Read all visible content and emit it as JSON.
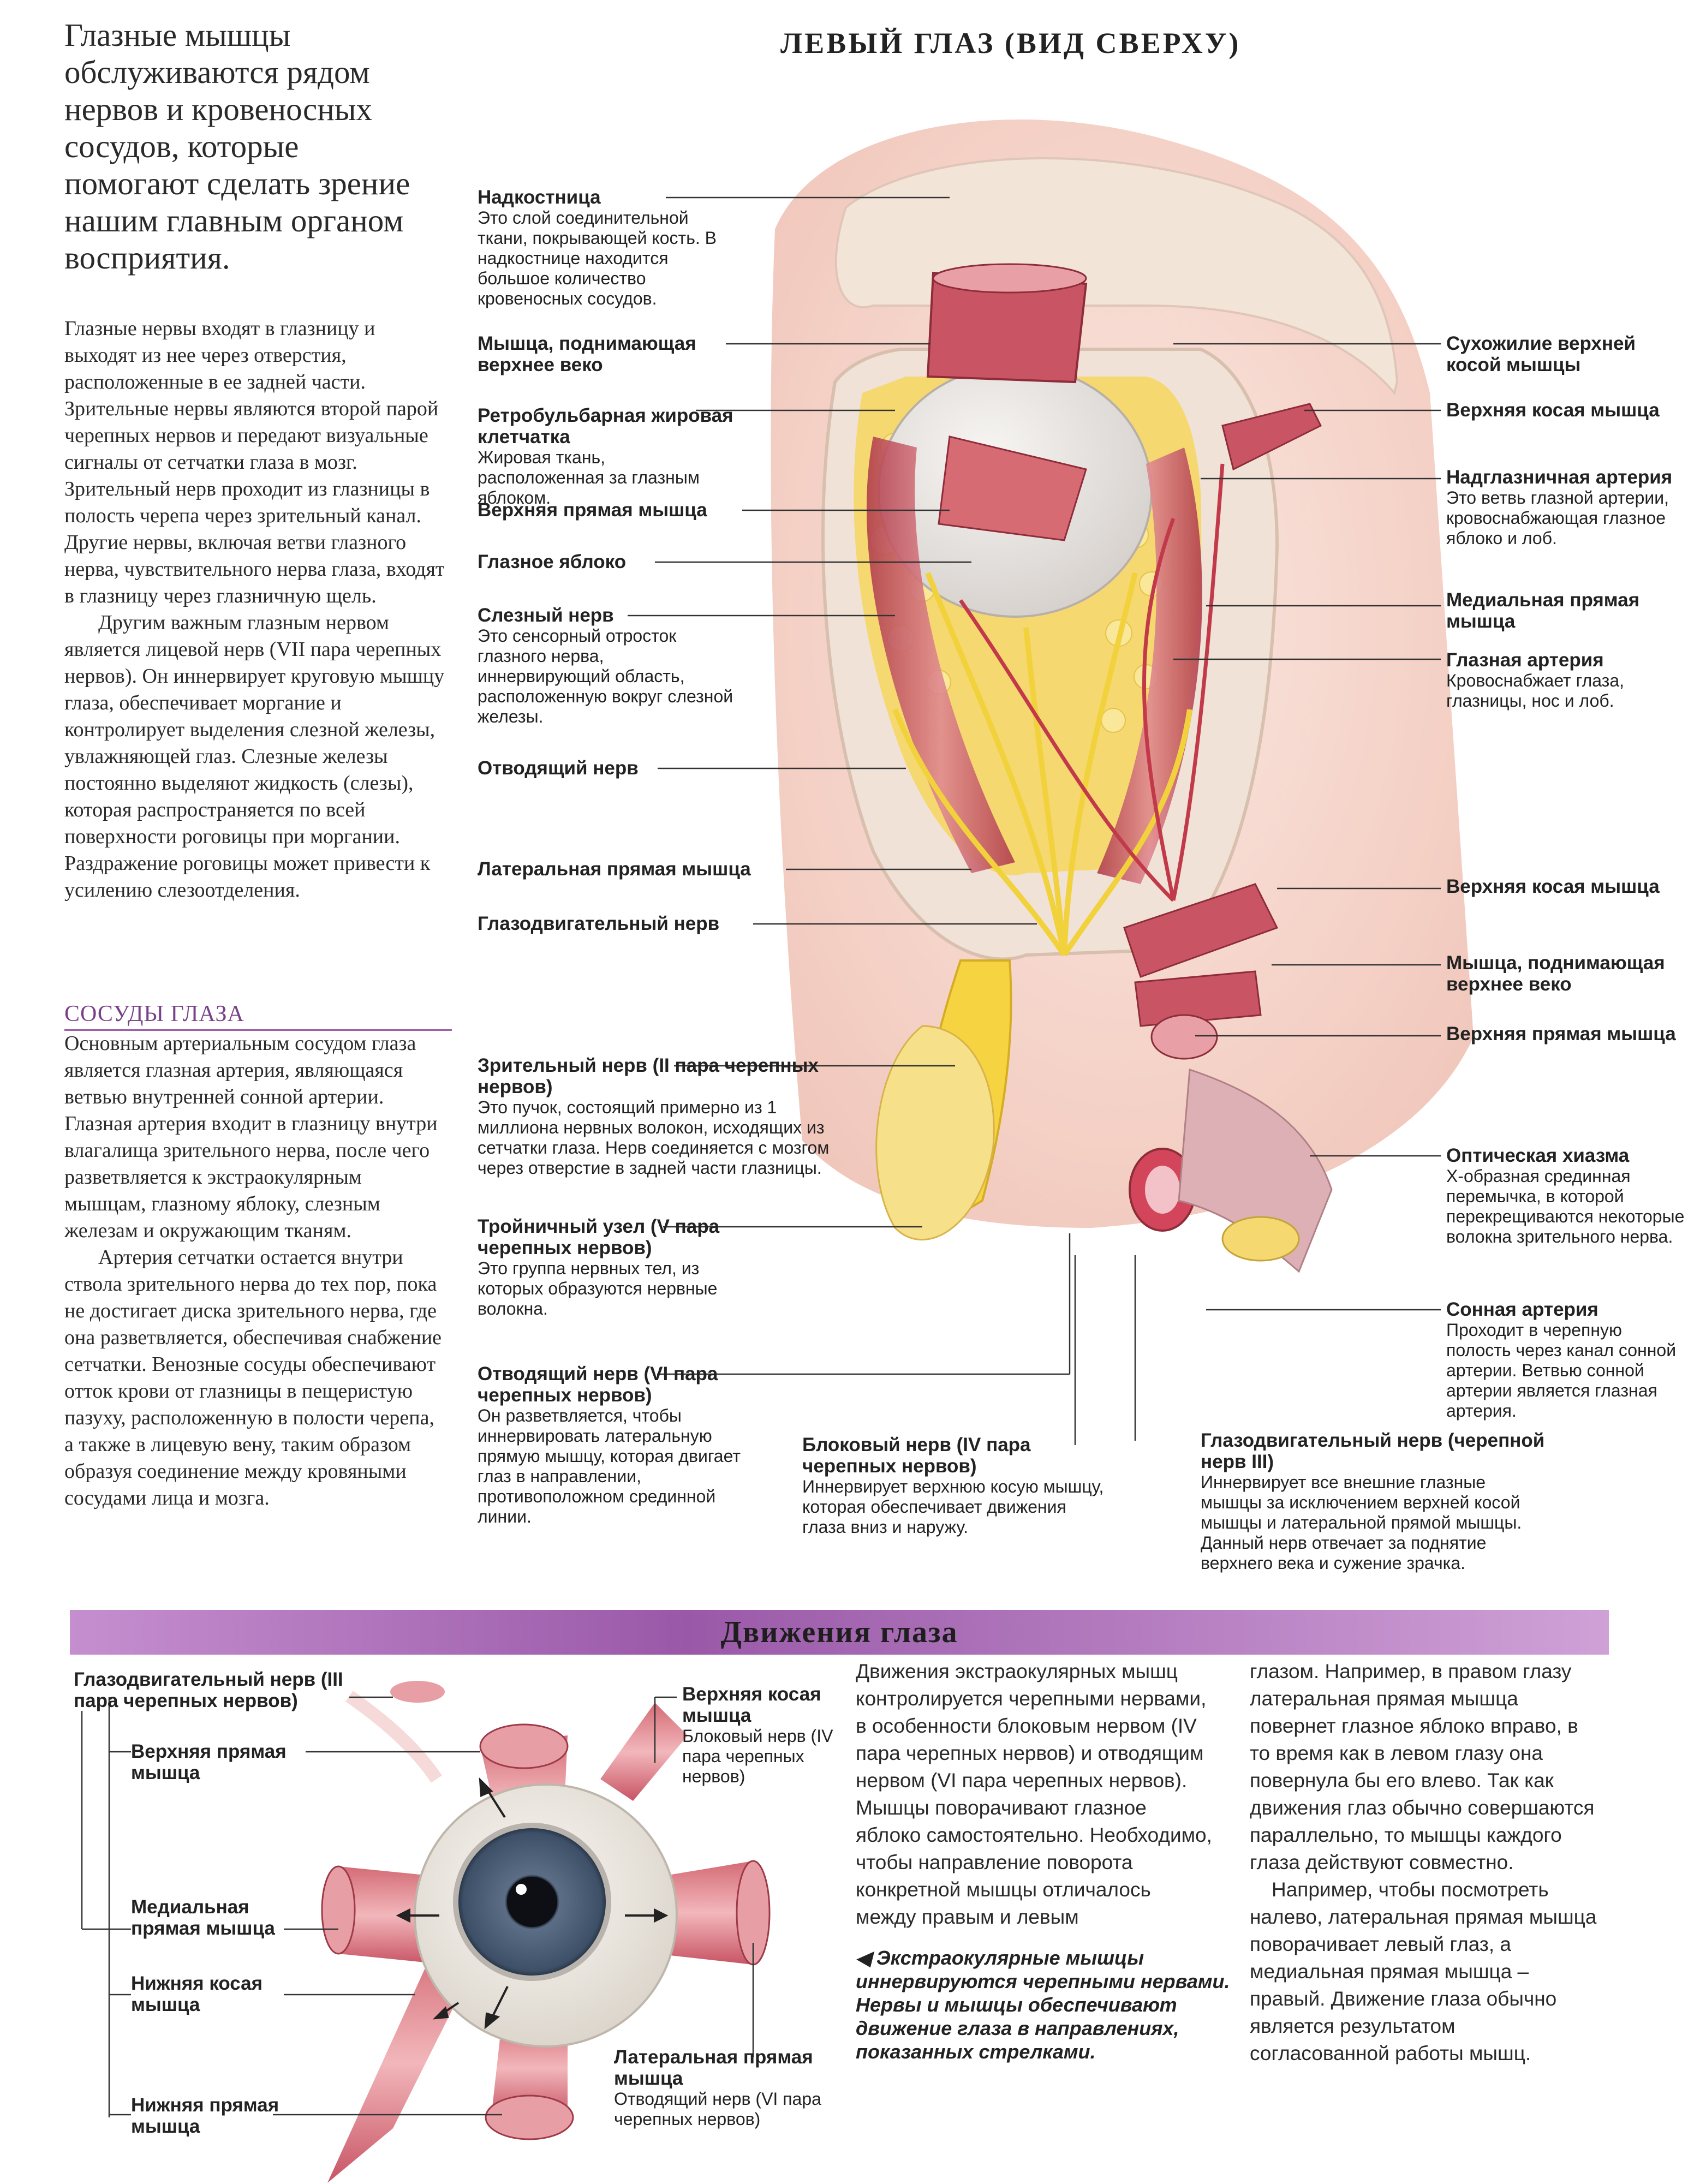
{
  "intro": "Глазные мышцы обслуживаются рядом нервов и кровеносных сосудов, которые помогают сделать зрение нашим главным органом восприятия.",
  "body_paragraphs": [
    "Глазные нервы входят в глазницу и выходят из нее через отверстия, расположенные в ее задней части. Зрительные нервы являются второй парой черепных нервов и передают визуальные сигналы от сетчатки глаза в мозг. Зрительный нерв проходит из глазницы в полость черепа через зрительный канал. Другие нервы, включая ветви глазного нерва, чувствительного нерва глаза, входят в глазницу через глазничную щель.",
    "Другим важным глазным нервом является лицевой нерв (VII пара черепных нервов). Он иннервирует круговую мышцу глаза, обеспечивает моргание и контролирует выделения слезной железы, увлажняющей глаз. Слезные железы постоянно выделяют жидкость (слезы), которая распространяется по всей поверхности роговицы при моргании. Раздражение роговицы может привести к усилению слезоотделения."
  ],
  "vessels_heading": "СОСУДЫ ГЛАЗА",
  "vessels_paragraphs": [
    "Основным артериальным сосудом глаза является глазная артерия, являющаяся ветвью внутренней сонной артерии. Глазная артерия входит в глазницу внутри влагалища зрительного нерва, после чего разветвляется к экстраокулярным мышцам, глазному яблоку, слезным железам и окружающим тканям.",
    "Артерия сетчатки остается внутри ствола зрительного нерва до тех пор, пока не достигает диска зрительного нерва, где она разветвляется, обеспечивая снабжение сетчатки. Венозные сосуды обеспечивают отток крови от глазницы в пещеристую пазуху, расположенную в полости черепа, а также в лицевую вену, таким образом образуя соединение между кровяными сосудами лица и мозга."
  ],
  "figure_title": "ЛЕВЫЙ ГЛАЗ (ВИД СВЕРХУ)",
  "left_labels": [
    {
      "title": "Надкостница",
      "desc": "Это слой соединительной ткани, покрывающей кость. В надкостнице находится большое количество кровеносных сосудов."
    },
    {
      "title": "Мышца, поднимающая верхнее веко",
      "desc": ""
    },
    {
      "title": "Ретробульбарная жировая клетчатка",
      "desc": "Жировая ткань, расположенная за глазным яблоком."
    },
    {
      "title": "Верхняя прямая мышца",
      "desc": ""
    },
    {
      "title": "Глазное яблоко",
      "desc": ""
    },
    {
      "title": "Слезный нерв",
      "desc": "Это сенсорный отросток глазного нерва, иннервирующий область, расположенную вокруг слезной железы."
    },
    {
      "title": "Отводящий нерв",
      "desc": ""
    },
    {
      "title": "Латеральная прямая мышца",
      "desc": ""
    },
    {
      "title": "Глазодвигательный нерв",
      "desc": ""
    },
    {
      "title": "Зрительный нерв (II пара черепных нервов)",
      "desc": "Это пучок, состоящий примерно из 1 миллиона нервных волокон, исходящих из сетчатки глаза. Нерв соединяется с мозгом через отверстие в задней части глазницы."
    },
    {
      "title": "Тройничный узел (V пара черепных нервов)",
      "desc": "Это группа нервных тел, из которых образуются нервные волокна."
    },
    {
      "title": "Отводящий нерв (VI пара черепных нервов)",
      "desc": "Он разветвляется, чтобы иннервировать латеральную прямую мышцу, которая двигает глаз в направлении, противоположном срединной линии."
    }
  ],
  "bottom_labels": [
    {
      "title": "Блоковый нерв (IV пара черепных нервов)",
      "desc": "Иннервирует верхнюю косую мышцу, которая обеспечивает движения глаза вниз и наружу."
    },
    {
      "title": "Глазодвигательный нерв (черепной нерв III)",
      "desc": "Иннервирует все внешние глазные мышцы за исключением верхней косой мышцы и латеральной прямой мышцы. Данный нерв отвечает за поднятие верхнего века и сужение зрачка."
    }
  ],
  "right_labels": [
    {
      "title": "Сухожилие верхней косой мышцы",
      "desc": ""
    },
    {
      "title": "Верхняя косая мышца",
      "desc": ""
    },
    {
      "title": "Надглазничная артерия",
      "desc": "Это ветвь глазной артерии, кровоснабжающая глазное яблоко и лоб."
    },
    {
      "title": "Медиальная прямая мышца",
      "desc": ""
    },
    {
      "title": "Глазная артерия",
      "desc": "Кровоснабжает глаза, глазницы, нос и лоб."
    },
    {
      "title": "Верхняя косая мышца",
      "desc": ""
    },
    {
      "title": "Мышца, поднимающая верхнее веко",
      "desc": ""
    },
    {
      "title": "Верхняя прямая мышца",
      "desc": ""
    },
    {
      "title": "Оптическая хиазма",
      "desc": "Х-образная срединная перемычка, в которой перекрещиваются некоторые волокна зрительного нерва."
    },
    {
      "title": "Сонная артерия",
      "desc": "Проходит в черепную полость через канал сонной артерии. Ветвью сонной артерии является глазная артерия."
    }
  ],
  "movement_title": "Движения глаза",
  "movement_labels": [
    {
      "title": "Глазодвигательный нерв (III пара черепных нервов)",
      "desc": ""
    },
    {
      "title": "Верхняя прямая мышца",
      "desc": ""
    },
    {
      "title": "Медиальная прямая мышца",
      "desc": ""
    },
    {
      "title": "Нижняя косая мышца",
      "desc": ""
    },
    {
      "title": "Нижняя прямая мышца",
      "desc": ""
    },
    {
      "title": "Верхняя косая мышца",
      "desc": "Блоковый нерв (IV пара черепных нервов)"
    },
    {
      "title": "Латеральная прямая мышца",
      "desc": "Отводящий нерв (VI пара черепных нервов)"
    }
  ],
  "movement_text_col1": "Движения экстраокулярных мышц контролируется черепными нервами, в особенности блоковым нервом (IV пара черепных нервов) и отводящим нервом (VI пара черепных нервов). Мышцы поворачивают глазное яблоко самостоятельно. Необходимо, чтобы направление поворота конкретной мышцы отличалось между правым и левым",
  "movement_caption": "◀ Экстраокулярные мышцы иннервируются черепными нервами. Нервы и мышцы обеспечивают движение глаза в направлениях, показанных стрелками.",
  "movement_text_col2": [
    "глазом. Например, в правом глазу латеральная прямая мышца повернет глазное яблоко вправо, в то время как в левом глазу она повернула бы его влево. Так как движения глаз обычно совершаются параллельно, то мышцы каждого глаза действуют совместно.",
    "Например, чтобы посмотреть налево, латеральная прямая мышца поворачивает левый глаз, а медиальная прямая мышца – правый. Движение глаза обычно является результатом согласованной работы мышц."
  ],
  "colors": {
    "accent": "#9a59a8",
    "muscle": "#c9555f",
    "nerve": "#f2d23c",
    "fat": "#f4d76e",
    "bone": "#f3e4d8",
    "skin": "#f7d9cf"
  }
}
